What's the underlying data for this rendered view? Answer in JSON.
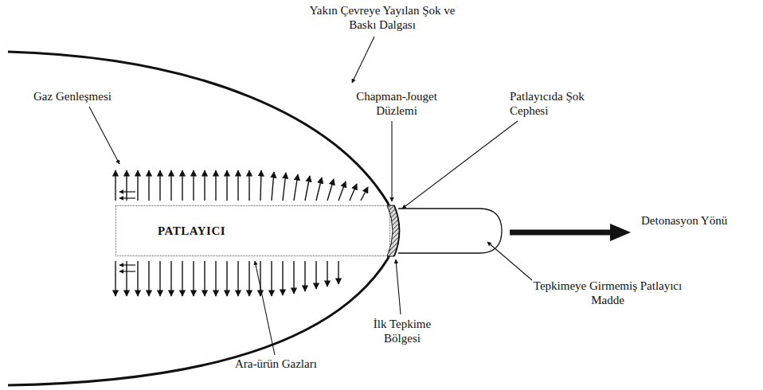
{
  "diagram": {
    "nodes": [
      {
        "text": [
          "PATLAYICI"
        ]
      }
    ],
    "labels": [
      "Yakın Çevreye Yayılan Şok ve Baskı Dalgası",
      "Gaz Genleşmesi",
      "Chapman-Jouget Düzlemi",
      "Patlayıcıda Şok Cephesi",
      "Detonasyon Yönü",
      "Tepkimeye Girmemiş Patlayıcı Madde",
      "İlk Tepkime Bölgesi",
      "Ara-ürün Gazları"
    ]
  }
}
